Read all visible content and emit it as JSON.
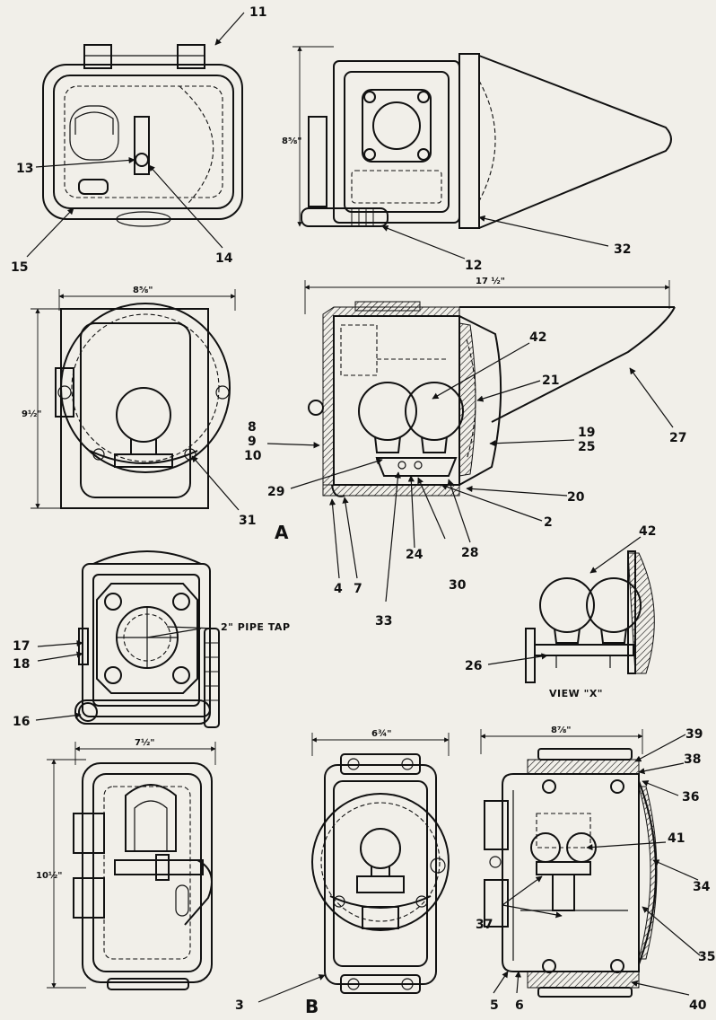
{
  "figure": {
    "section_labels": {
      "a": "A",
      "b": "B"
    },
    "view_label": "VIEW \"X\"",
    "pipe_tap_note": "2\" PIPE TAP",
    "dimensions": {
      "d1": "8⅝\"",
      "d2": "8⅝\"",
      "d3": "17 ½\"",
      "d4": "9½\"",
      "d5": "7½\"",
      "d6": "10½\"",
      "d7": "6¾\"",
      "d8": "8⅞\""
    },
    "callouts": {
      "c2": "2",
      "c3": "3",
      "c4": "4",
      "c5": "5",
      "c6": "6",
      "c7": "7",
      "c8": "8",
      "c9": "9",
      "c10": "10",
      "c11": "11",
      "c12": "12",
      "c13": "13",
      "c14": "14",
      "c15": "15",
      "c16": "16",
      "c17": "17",
      "c18": "18",
      "c19": "19",
      "c20": "20",
      "c21": "21",
      "c24": "24",
      "c25": "25",
      "c26": "26",
      "c27": "27",
      "c28": "28",
      "c29": "29",
      "c30": "30",
      "c31": "31",
      "c32": "32",
      "c33": "33",
      "c34": "34",
      "c35": "35",
      "c36": "36",
      "c37": "37",
      "c38": "38",
      "c39": "39",
      "c40": "40",
      "c41": "41",
      "c42a": "42",
      "c42b": "42"
    }
  }
}
